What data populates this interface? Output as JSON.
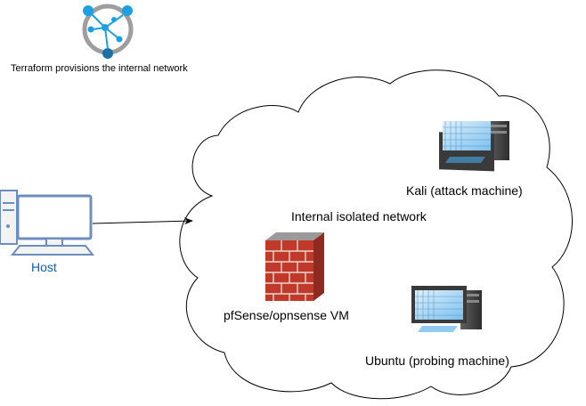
{
  "terraform": {
    "label": "Terraform provisions the internal network",
    "icon": "terraform-network-icon",
    "accent": "#1ba1e2",
    "ring_color": "#9e9e9e"
  },
  "host": {
    "label": "Host",
    "icon": "desktop-computer-icon",
    "label_color": "#0a5fb4"
  },
  "network": {
    "label": "Internal isolated network",
    "shape": "cloud"
  },
  "nodes": [
    {
      "label": "Kali (attack machine)",
      "icon": "virtual-machine-icon"
    },
    {
      "label": "pfSense/opnsense VM",
      "icon": "firewall-icon"
    },
    {
      "label": "Ubuntu (probing machine)",
      "icon": "virtual-machine-icon"
    }
  ],
  "colors": {
    "firewall_brick": "#c0392b",
    "vm_screen": "#4aa8e8",
    "monitor_frame": "#6c8ebf"
  }
}
